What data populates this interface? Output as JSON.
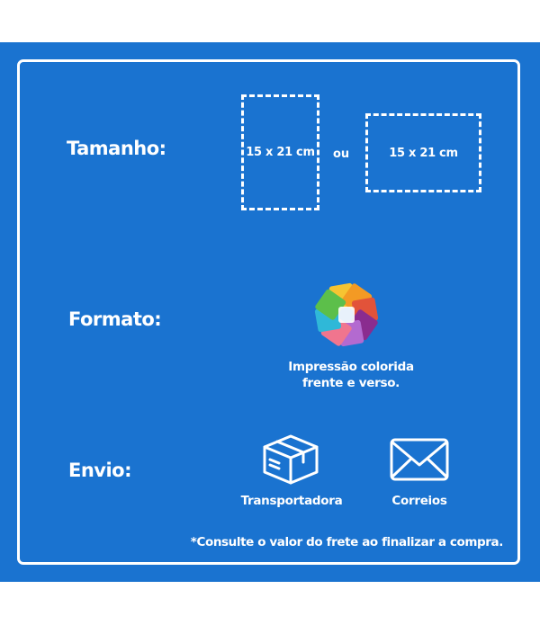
{
  "sections": {
    "size": {
      "label": "Tamanho:",
      "portrait_label": "15 x 21 cm",
      "separator": "ou",
      "landscape_label": "15 x 21 cm"
    },
    "format": {
      "label": "Formato:",
      "caption_line1": "Impressão colorida",
      "caption_line2": "frente e verso."
    },
    "shipping": {
      "label": "Envio:",
      "carrier_label": "Transportadora",
      "mail_label": "Correios"
    }
  },
  "footnote": "*Consulte o valor do frete ao finalizar a compra.",
  "icons": {
    "format": "color-print-icon",
    "carrier": "box-icon",
    "mail": "envelope-icon"
  },
  "colors": {
    "background": "#1a73d0",
    "foreground": "#ffffff"
  }
}
